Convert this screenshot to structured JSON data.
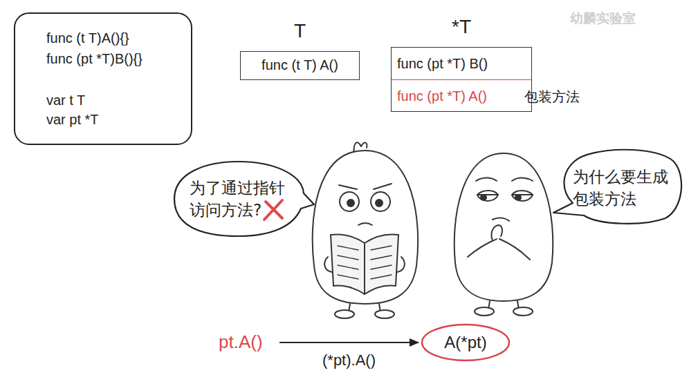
{
  "diagram": {
    "nodes": [
      {
        "text": [
          "func (t T)A(){}",
          "func (pt *T)B(){}",
          "var t T",
          "var pt *T"
        ]
      },
      {
        "text": [
          "T",
          "func (t T) A()"
        ]
      },
      {
        "text": [
          "*T"
        ]
      },
      {
        "text": [
          "func (pt *T) B()"
        ],
        "in": 2
      },
      {
        "text": [
          "func (pt *T) A()"
        ],
        "in": 2
      },
      {
        "text": [
          "为了通过指针 访问方法?"
        ]
      },
      {
        "text": [
          "为什么要生成 包装方法"
        ]
      },
      {
        "text": [
          "pt.A()"
        ]
      },
      {
        "text": [
          "A(*pt)"
        ]
      }
    ],
    "edges": [
      {
        "from": 7,
        "to": 8,
        "arrow": "to",
        "label": "(*pt).A()"
      }
    ],
    "labels": [
      "包装方法",
      "幼麟实验室"
    ]
  }
}
